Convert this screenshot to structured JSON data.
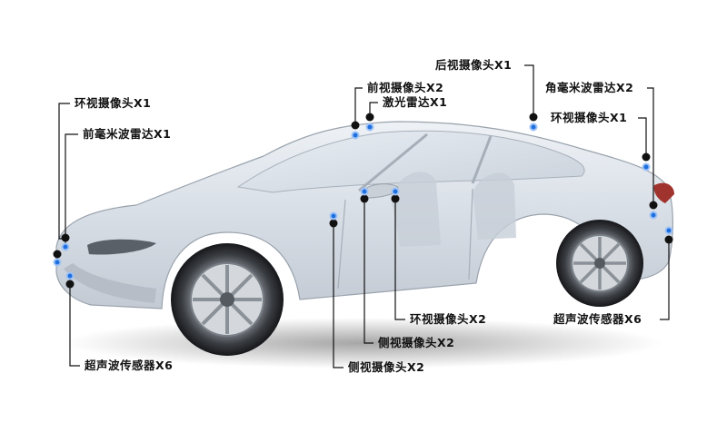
{
  "callouts": [
    {
      "id": "front-surround-camera",
      "label": "环视摄像头X1"
    },
    {
      "id": "front-mmwave-radar",
      "label": "前毫米波雷达X1"
    },
    {
      "id": "front-view-camera",
      "label": "前视摄像头X2"
    },
    {
      "id": "lidar",
      "label": "激光雷达X1"
    },
    {
      "id": "rear-view-camera",
      "label": "后视摄像头X1"
    },
    {
      "id": "corner-mmwave-radar",
      "label": "角毫米波雷达X2"
    },
    {
      "id": "rear-surround-camera",
      "label": "环视摄像头X1"
    },
    {
      "id": "side-surround-camera",
      "label": "环视摄像头X2"
    },
    {
      "id": "side-view-camera-a",
      "label": "侧视摄像头X2"
    },
    {
      "id": "side-view-camera-b",
      "label": "侧视摄像头X2"
    },
    {
      "id": "rear-ultrasonic",
      "label": "超声波传感器X6"
    },
    {
      "id": "front-ultrasonic",
      "label": "超声波传感器X6"
    }
  ],
  "colors": {
    "leader": "#111111",
    "sensor_dot": "#1e6fe0",
    "dot_ring": "#9fc3f5",
    "car_body": "#dde3ea"
  }
}
